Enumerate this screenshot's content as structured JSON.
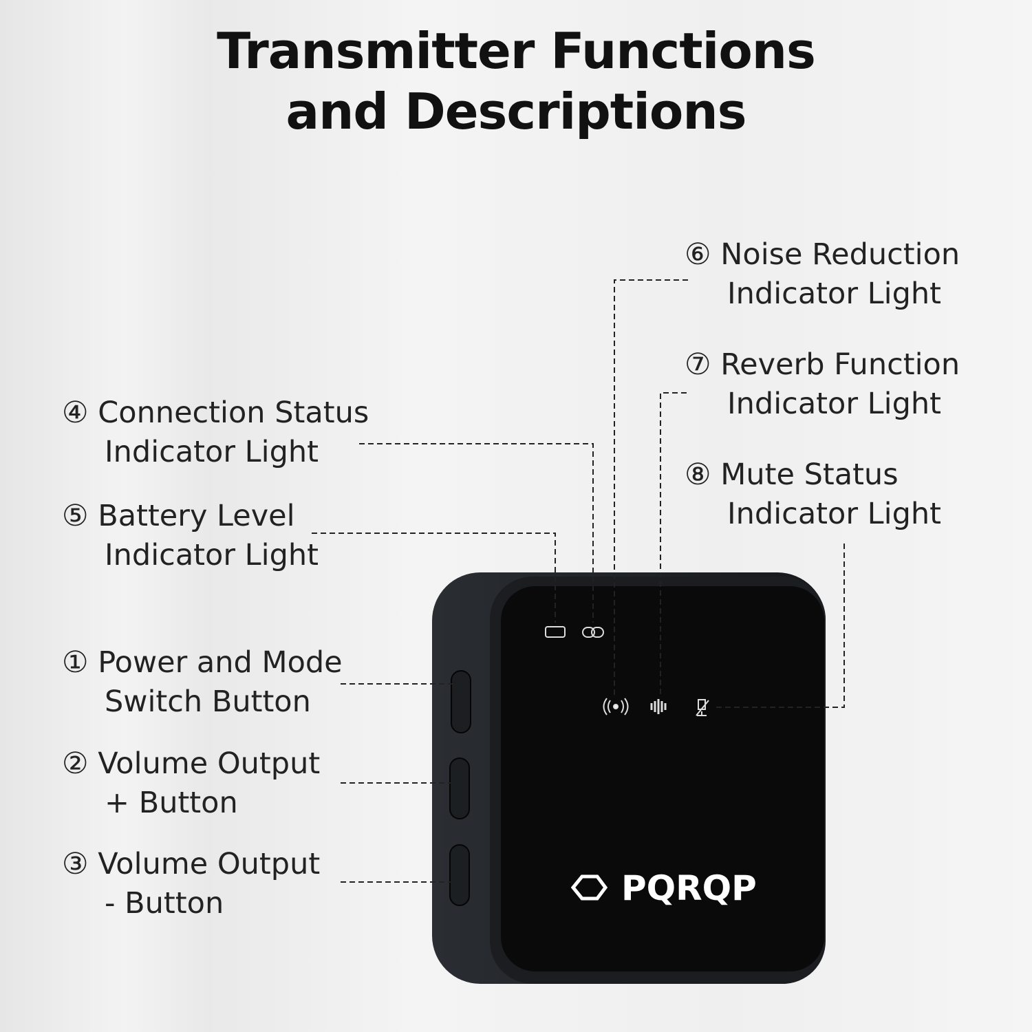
{
  "title": {
    "line1": "Transmitter Functions",
    "line2": "and Descriptions"
  },
  "callouts": [
    {
      "num": "①",
      "line1": "Power and Mode",
      "line2": "Switch Button"
    },
    {
      "num": "②",
      "line1": "Volume Output",
      "line2": "+ Button"
    },
    {
      "num": "③",
      "line1": "Volume Output",
      "line2": "- Button"
    },
    {
      "num": "④",
      "line1": "Connection Status",
      "line2": "Indicator Light"
    },
    {
      "num": "⑤",
      "line1": "Battery Level",
      "line2": "Indicator Light"
    },
    {
      "num": "⑥",
      "line1": "Noise Reduction",
      "line2": "Indicator Light"
    },
    {
      "num": "⑦",
      "line1": "Reverb Function",
      "line2": "Indicator Light"
    },
    {
      "num": "⑧",
      "line1": "Mute Status",
      "line2": "Indicator Light"
    }
  ],
  "device": {
    "brand": "PQRQP",
    "icons": [
      "battery-icon",
      "link-icon",
      "noise-reduction-icon",
      "reverb-icon",
      "mute-mic-icon"
    ],
    "body_color": "#0c0c0c"
  }
}
